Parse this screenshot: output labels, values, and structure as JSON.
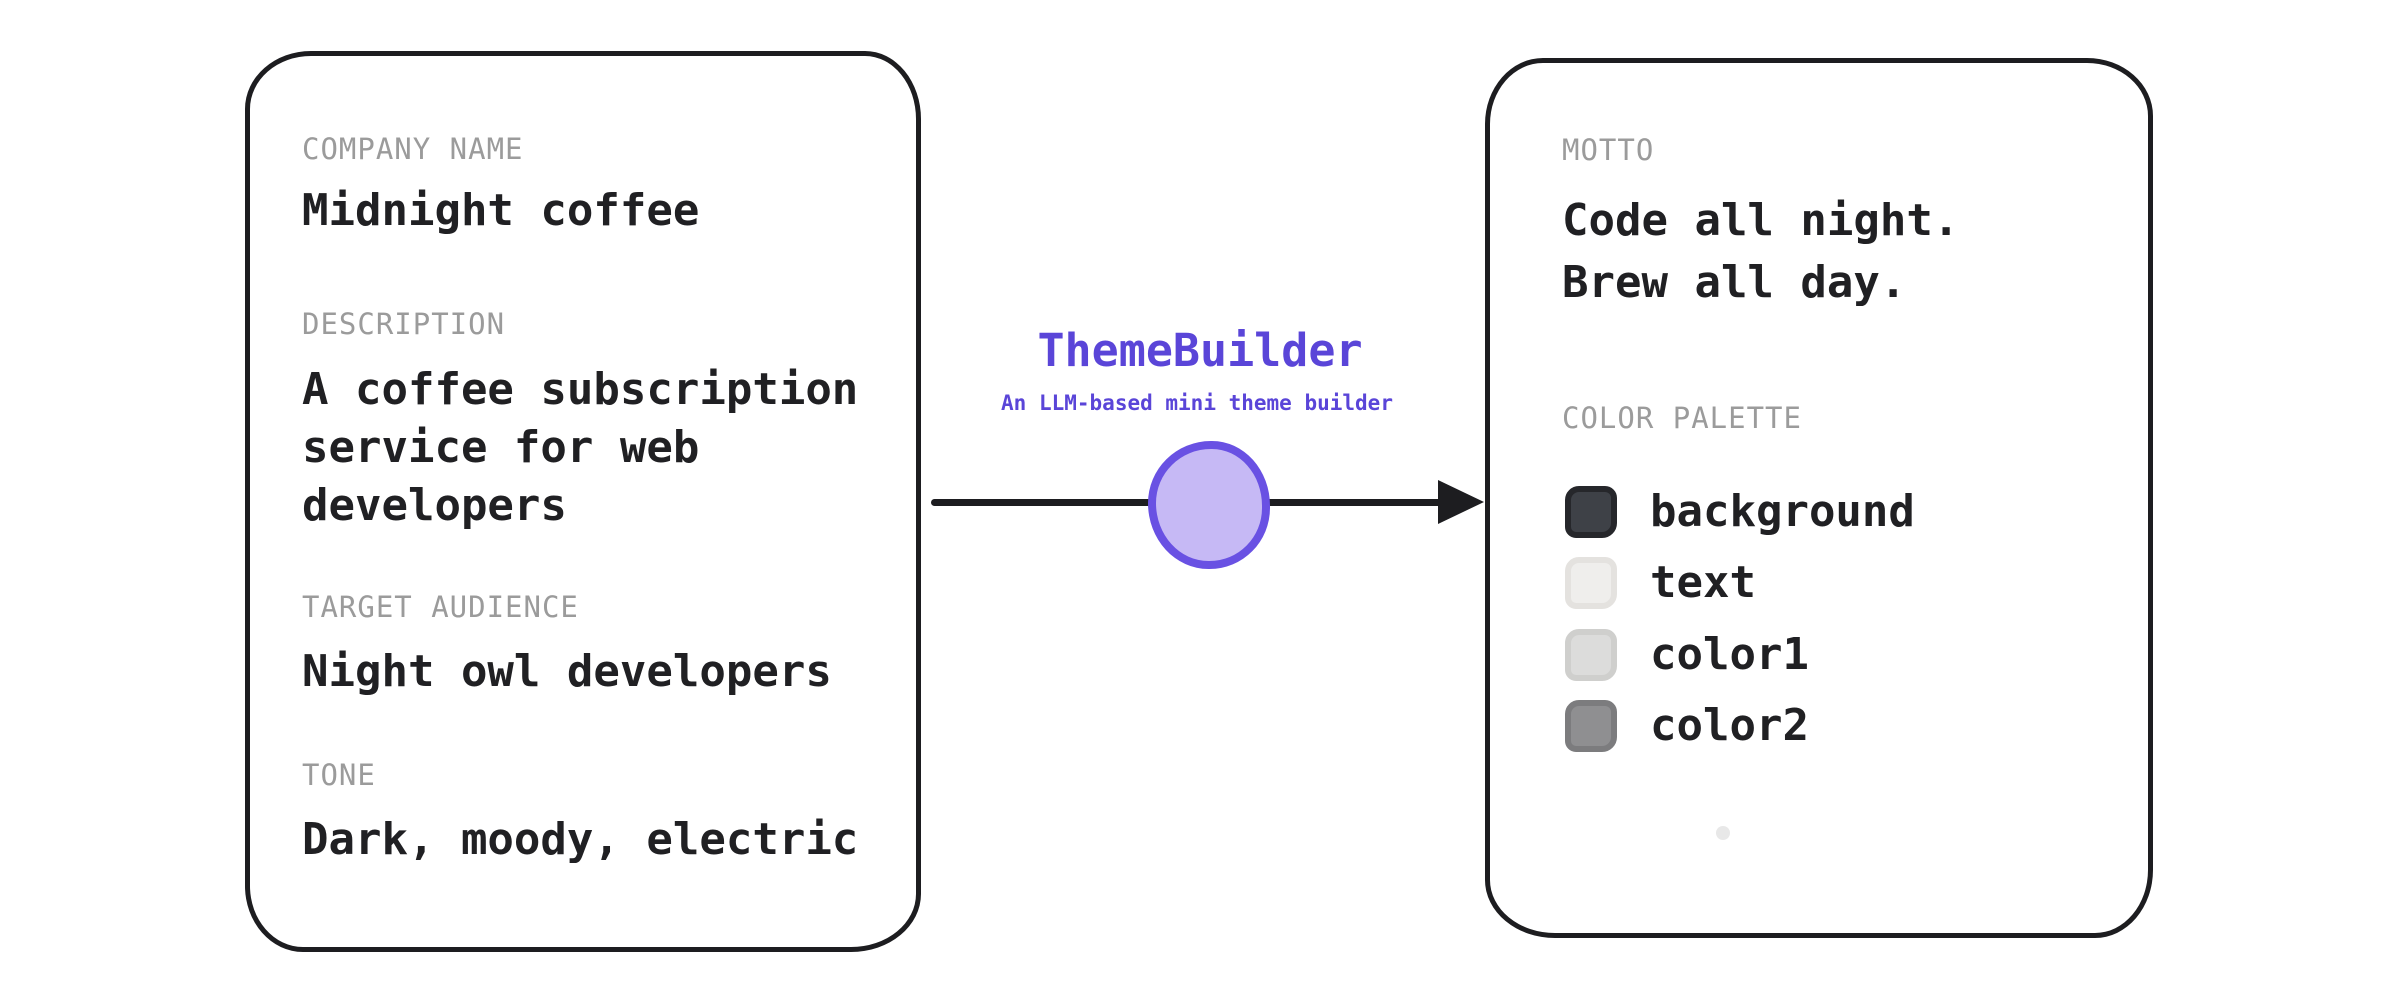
{
  "colors": {
    "accent": "#5a45d8",
    "ink": "#1d1d20",
    "label_gray": "#9b9b9b",
    "node_fill": "#c6b9f5",
    "node_stroke": "#6951e3"
  },
  "input_card": {
    "fields": [
      {
        "label": "COMPANY NAME",
        "value": "Midnight coffee"
      },
      {
        "label": "DESCRIPTION",
        "value": "A coffee subscription service for web developers"
      },
      {
        "label": "TARGET AUDIENCE",
        "value": "Night owl developers"
      },
      {
        "label": "TONE",
        "value": "Dark, moody, electric"
      }
    ]
  },
  "processor": {
    "title": "ThemeBuilder",
    "subtitle": "An LLM-based mini theme builder"
  },
  "output_card": {
    "motto_label": "MOTTO",
    "motto_lines": [
      "Code all night.",
      "Brew all day."
    ],
    "palette_label": "COLOR PALETTE",
    "palette": [
      {
        "name": "background",
        "fill": "#3e4147",
        "border": "#26272b"
      },
      {
        "name": "text",
        "fill": "#efeeec",
        "border": "#e4e2df"
      },
      {
        "name": "color1",
        "fill": "#dcdcdb",
        "border": "#cfcfcd"
      },
      {
        "name": "color2",
        "fill": "#8f8f91",
        "border": "#7c7c7e"
      }
    ]
  }
}
